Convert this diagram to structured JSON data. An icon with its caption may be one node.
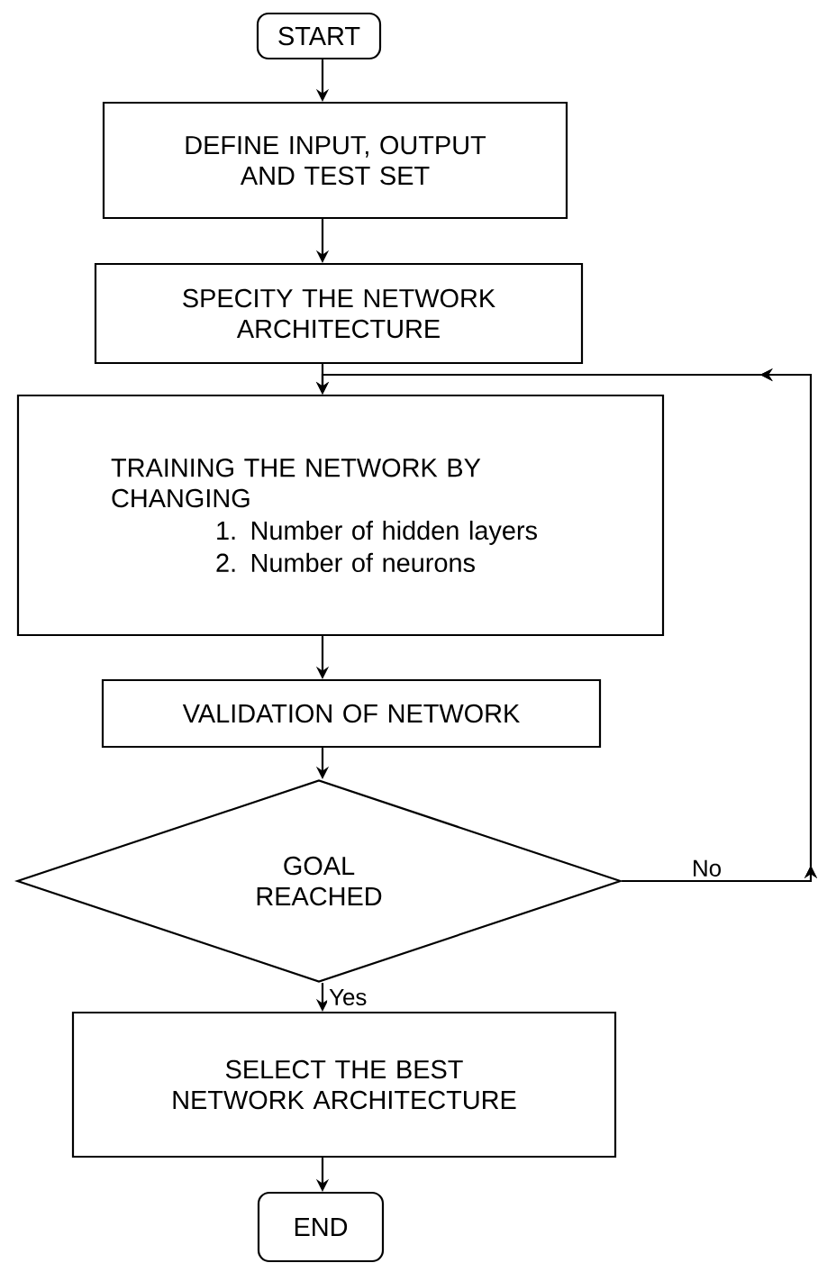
{
  "diagram": {
    "nodes": [
      {
        "text": [
          "START"
        ]
      },
      {
        "text": [
          "DEFINE INPUT, OUTPUT AND TEST SET"
        ]
      },
      {
        "text": [
          "SPECITY THE NETWORK ARCHITECTURE"
        ]
      },
      {
        "text": [
          "TRAINING THE NETWORK BY CHANGING",
          "1. Number of hidden layers",
          "2. Number of neurons"
        ]
      },
      {
        "text": [
          "VALIDATION OF NETWORK"
        ]
      },
      {
        "text": [
          "GOAL REACHED"
        ]
      },
      {
        "text": [
          "SELECT THE BEST NETWORK ARCHITECTURE"
        ]
      },
      {
        "text": [
          "END"
        ]
      }
    ],
    "edges": [
      {
        "from": 0,
        "to": 1,
        "arrow": "to"
      },
      {
        "from": 1,
        "to": 2,
        "arrow": "to"
      },
      {
        "from": 2,
        "to": 3,
        "arrow": "to"
      },
      {
        "from": 3,
        "to": 4,
        "arrow": "to"
      },
      {
        "from": 4,
        "to": 5,
        "arrow": "to"
      },
      {
        "from": 5,
        "to": 6,
        "arrow": "to",
        "label": "Yes"
      },
      {
        "from": 6,
        "to": 7,
        "arrow": "to"
      },
      {
        "from": 5,
        "to": 3,
        "arrow": "to",
        "label": "No"
      }
    ]
  }
}
